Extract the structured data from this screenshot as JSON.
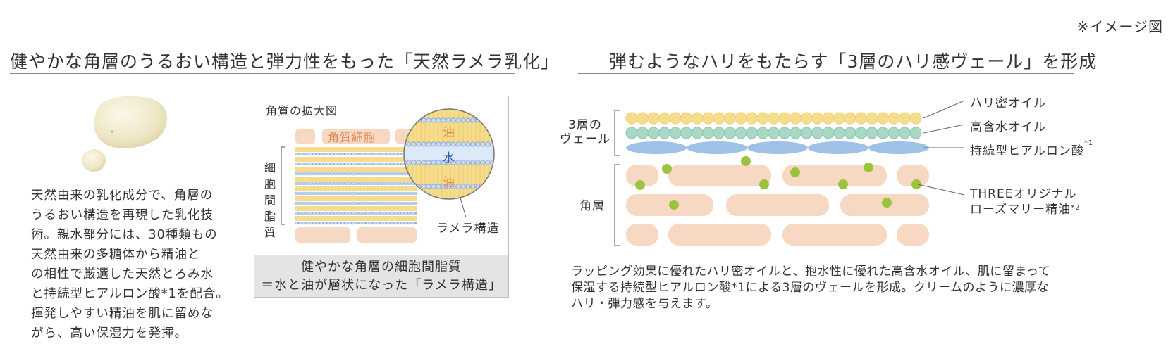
{
  "note": "※イメージ図",
  "left": {
    "heading": "健やかな角層のうるおい構造と弾力性をもった「天然ラメラ乳化」",
    "paragraph_lines": [
      "天然由来の乳化成分で、角層の",
      "うるおい構造を再現した乳化技",
      "術。親水部分には、30種類もの",
      "天然由来の多糖体から精油と",
      "の相性で厳選した天然とろみ水",
      "と持続型ヒアルロン酸*1を配合。",
      "揮発しやすい精油を肌に留めな",
      "がら、高い保湿力を発揮。"
    ]
  },
  "magnified": {
    "title": "角質の拡大図",
    "cell_label": "角質細胞",
    "side_label": "細胞間脂質",
    "circle_oil_top": "油",
    "circle_water": "水",
    "circle_oil_bottom": "油",
    "lamella_label": "ラメラ構造",
    "caption_line1": "健やかな角層の細胞間脂質",
    "caption_line2": "＝水と油が層状になった「ラメラ構造」"
  },
  "right": {
    "heading": "弾むようなハリをもたらす「3層のハリ感ヴェール」を形成",
    "veil_label_line1": "3層の",
    "veil_label_line2": "ヴェール",
    "stratum_label": "角層",
    "legend": {
      "oil1": "ハリ密オイル",
      "oil2": "高含水オイル",
      "hyaluronic": "持続型ヒアルロン酸",
      "hyaluronic_sup": "*1",
      "rosemary_line1": "THREEオリジナル",
      "rosemary_line2": "ローズマリー精油",
      "rosemary_sup": "*2"
    },
    "paragraph_lines": [
      "ラッピング効果に優れたハリ密オイルと、抱水性に優れた高含水オイル、肌に留まって",
      "保湿する持続型ヒアルロン酸*1による3層のヴェールを形成。クリームのように濃厚な",
      "ハリ・弾力感を与えます。"
    ]
  },
  "colors": {
    "cell": "#f7d9c3",
    "yellow_oil": "#f6dd8e",
    "teal_oil": "#a9d8c4",
    "hyaluronic": "#9fc1e6",
    "green_dot": "#9bc43e",
    "cream": "#efe8c9"
  }
}
